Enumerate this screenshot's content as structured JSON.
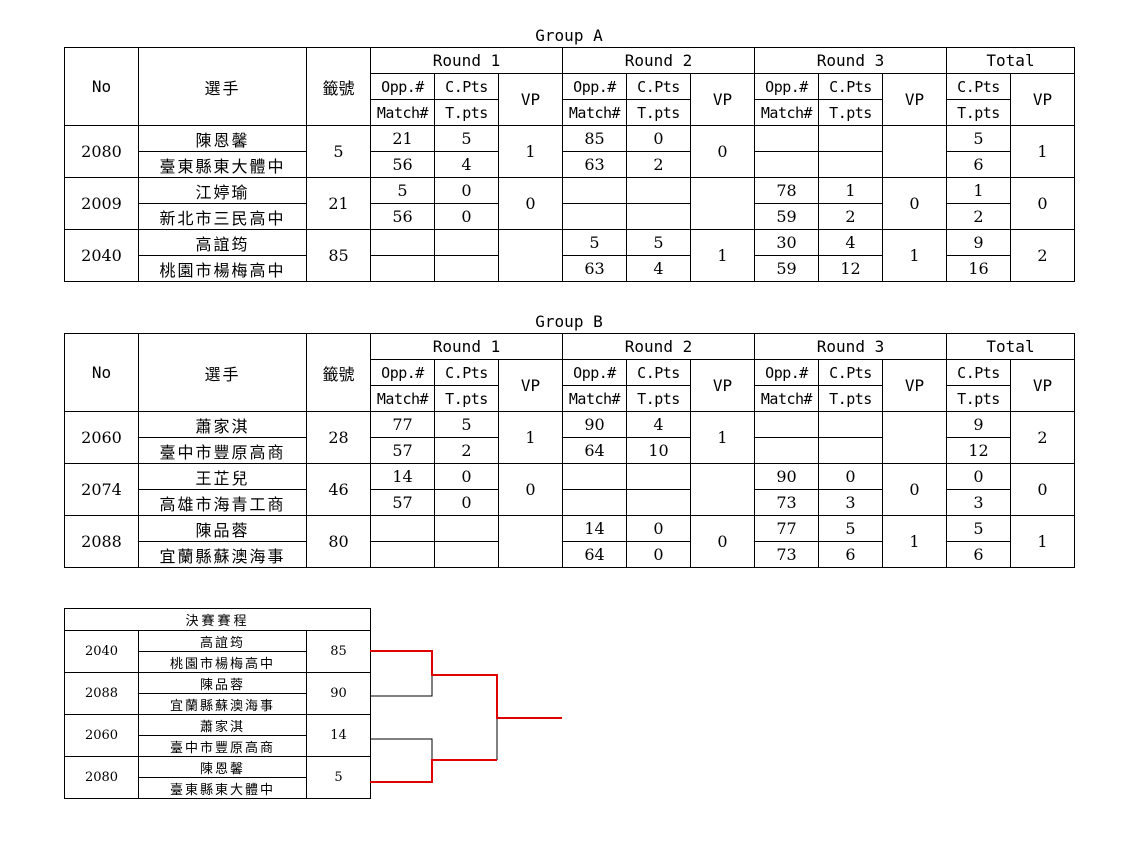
{
  "headers": {
    "no": "No",
    "player": "選手",
    "draw": "籤號",
    "round1": "Round 1",
    "round2": "Round 2",
    "round3": "Round 3",
    "total": "Total",
    "opp": "Opp.#",
    "cpts": "C.Pts",
    "vp": "VP",
    "match": "Match#",
    "tpts": "T.pts"
  },
  "groups": [
    {
      "title": "Group A",
      "players": [
        {
          "no": "2080",
          "name": "陳恩馨",
          "school": "臺東縣東大體中",
          "draw": "5",
          "r1": {
            "opp": "21",
            "cpts": "5",
            "match": "56",
            "tpts": "4",
            "vp": "1"
          },
          "r2": {
            "opp": "85",
            "cpts": "0",
            "match": "63",
            "tpts": "2",
            "vp": "0"
          },
          "r3": {
            "opp": "",
            "cpts": "",
            "match": "",
            "tpts": "",
            "vp": ""
          },
          "total": {
            "cpts": "5",
            "tpts": "6",
            "vp": "1"
          }
        },
        {
          "no": "2009",
          "name": "江婷瑜",
          "school": "新北市三民高中",
          "draw": "21",
          "r1": {
            "opp": "5",
            "cpts": "0",
            "match": "56",
            "tpts": "0",
            "vp": "0"
          },
          "r2": {
            "opp": "",
            "cpts": "",
            "match": "",
            "tpts": "",
            "vp": ""
          },
          "r3": {
            "opp": "78",
            "cpts": "1",
            "match": "59",
            "tpts": "2",
            "vp": "0"
          },
          "total": {
            "cpts": "1",
            "tpts": "2",
            "vp": "0"
          }
        },
        {
          "no": "2040",
          "name": "高誼筠",
          "school": "桃園市楊梅高中",
          "draw": "85",
          "r1": {
            "opp": "",
            "cpts": "",
            "match": "",
            "tpts": "",
            "vp": ""
          },
          "r2": {
            "opp": "5",
            "cpts": "5",
            "match": "63",
            "tpts": "4",
            "vp": "1"
          },
          "r3": {
            "opp": "30",
            "cpts": "4",
            "match": "59",
            "tpts": "12",
            "vp": "1"
          },
          "total": {
            "cpts": "9",
            "tpts": "16",
            "vp": "2"
          }
        }
      ]
    },
    {
      "title": "Group B",
      "players": [
        {
          "no": "2060",
          "name": "蕭家淇",
          "school": "臺中市豐原高商",
          "draw": "28",
          "r1": {
            "opp": "77",
            "cpts": "5",
            "match": "57",
            "tpts": "2",
            "vp": "1"
          },
          "r2": {
            "opp": "90",
            "cpts": "4",
            "match": "64",
            "tpts": "10",
            "vp": "1"
          },
          "r3": {
            "opp": "",
            "cpts": "",
            "match": "",
            "tpts": "",
            "vp": ""
          },
          "total": {
            "cpts": "9",
            "tpts": "12",
            "vp": "2"
          }
        },
        {
          "no": "2074",
          "name": "王芷兒",
          "school": "高雄市海青工商",
          "draw": "46",
          "r1": {
            "opp": "14",
            "cpts": "0",
            "match": "57",
            "tpts": "0",
            "vp": "0"
          },
          "r2": {
            "opp": "",
            "cpts": "",
            "match": "",
            "tpts": "",
            "vp": ""
          },
          "r3": {
            "opp": "90",
            "cpts": "0",
            "match": "73",
            "tpts": "3",
            "vp": "0"
          },
          "total": {
            "cpts": "0",
            "tpts": "3",
            "vp": "0"
          }
        },
        {
          "no": "2088",
          "name": "陳品蓉",
          "school": "宜蘭縣蘇澳海事",
          "draw": "80",
          "r1": {
            "opp": "",
            "cpts": "",
            "match": "",
            "tpts": "",
            "vp": ""
          },
          "r2": {
            "opp": "14",
            "cpts": "0",
            "match": "64",
            "tpts": "0",
            "vp": "0"
          },
          "r3": {
            "opp": "77",
            "cpts": "5",
            "match": "73",
            "tpts": "6",
            "vp": "1"
          },
          "total": {
            "cpts": "5",
            "tpts": "6",
            "vp": "1"
          }
        }
      ]
    }
  ],
  "finals": {
    "title": "決賽賽程",
    "entries": [
      {
        "no": "2040",
        "name": "高誼筠",
        "school": "桃園市楊梅高中",
        "draw": "85"
      },
      {
        "no": "2088",
        "name": "陳品蓉",
        "school": "宜蘭縣蘇澳海事",
        "draw": "90"
      },
      {
        "no": "2060",
        "name": "蕭家淇",
        "school": "臺中市豐原高商",
        "draw": "14"
      },
      {
        "no": "2080",
        "name": "陳恩馨",
        "school": "臺東縣東大體中",
        "draw": "5"
      }
    ],
    "bracket_color": "#e00000"
  }
}
